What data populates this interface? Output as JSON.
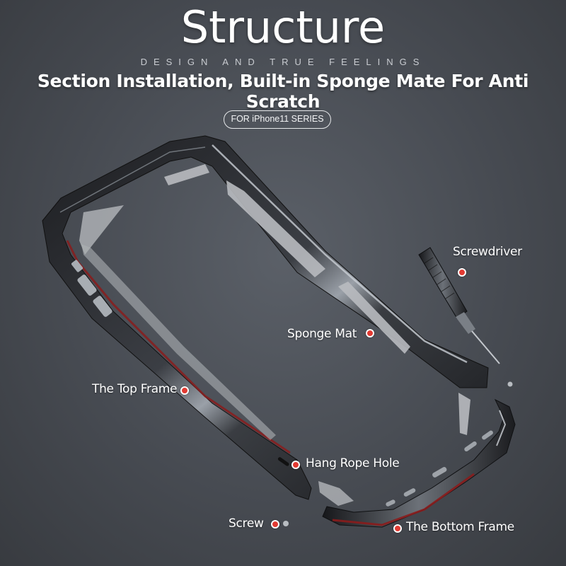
{
  "header": {
    "title": "Structure",
    "tagline": "DESIGN AND TRUE FEELINGS",
    "subtitle": "Section Installation, Built-in Sponge Mate For Anti Scratch",
    "series_badge": "FOR iPhone11 SERIES"
  },
  "callouts": {
    "screwdriver": "Screwdriver",
    "sponge_mat": "Sponge Mat",
    "top_frame": "The Top Frame",
    "hang_rope_hole": "Hang Rope Hole",
    "screw": "Screw",
    "bottom_frame": "The Bottom Frame"
  },
  "colors": {
    "background": "#474b52",
    "marker": "#e23a32",
    "frame_metal": "#2a2c30",
    "frame_accent": "#8a1c1c",
    "sponge": "#b9bcc0"
  }
}
